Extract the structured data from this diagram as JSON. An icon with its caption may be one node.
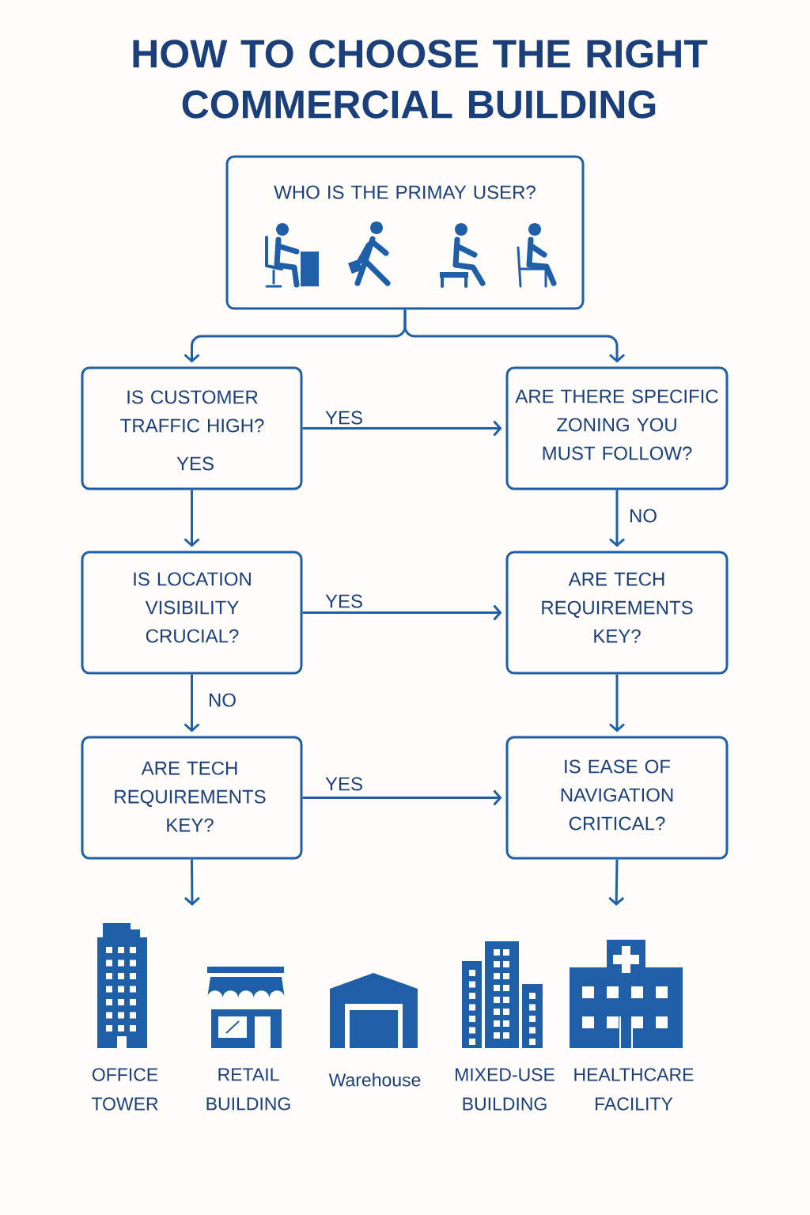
{
  "diagram": {
    "title": "HOW TO CHOOSE THE RIGHT COMMERCIAL BUILDING",
    "nodes": [
      {
        "text": [
          "WHO IS THE PRIMAY USER?"
        ]
      },
      {
        "text": [
          "IS CUSTOMER TRAFFIC HIGH?",
          "YES"
        ]
      },
      {
        "text": [
          "ARE THERE SPECIFIC ZONING YOU MUST FOLLOW?"
        ]
      },
      {
        "text": [
          "IS LOCATION VISIBILITY CRUCIAL?"
        ]
      },
      {
        "text": [
          "ARE TECH REQUIREMENTS KEY?"
        ]
      },
      {
        "text": [
          "ARE TECH REQUIREMENTS KEY?"
        ]
      },
      {
        "text": [
          "IS EASE OF NAVIGATION CRITICAL?"
        ]
      }
    ],
    "edges": [
      {
        "from": 0,
        "to": 1,
        "arrow": "to"
      },
      {
        "from": 0,
        "to": 2,
        "arrow": "to"
      },
      {
        "from": 1,
        "to": 2,
        "arrow": "to",
        "label": "YES"
      },
      {
        "from": 1,
        "to": 3,
        "arrow": "to"
      },
      {
        "from": 2,
        "to": 4,
        "arrow": "to",
        "label": "NO"
      },
      {
        "from": 3,
        "to": 4,
        "arrow": "to",
        "label": "YES"
      },
      {
        "from": 3,
        "to": 5,
        "arrow": "to",
        "label": "NO"
      },
      {
        "from": 4,
        "to": 6,
        "arrow": "to"
      },
      {
        "from": 5,
        "to": 6,
        "arrow": "to",
        "label": "YES"
      },
      {
        "from": 5,
        "to": null,
        "arrow": "to"
      },
      {
        "from": 6,
        "to": null,
        "arrow": "to"
      }
    ],
    "labels": [
      "OFFICE TOWER",
      "RETAIL BUILDING",
      "Warehouse",
      "MIXED-USE BUILDING",
      "HEALTHCARE FACILITY"
    ]
  }
}
